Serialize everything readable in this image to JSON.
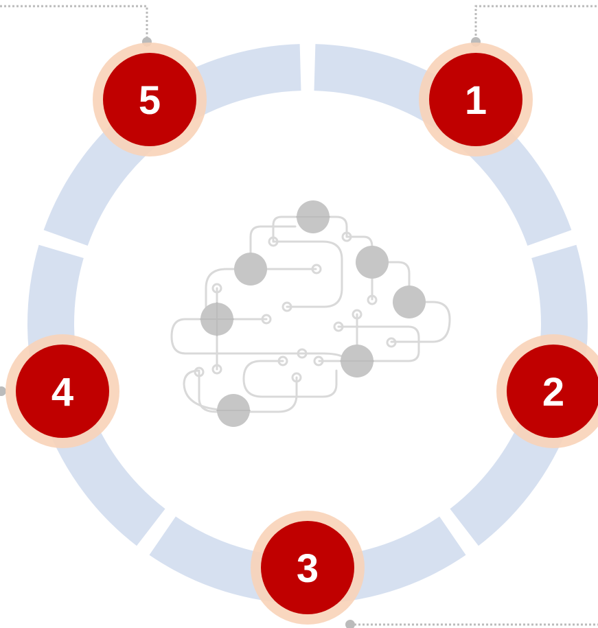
{
  "diagram": {
    "ring_color": "#d6e0f0",
    "node_color": "#c00000",
    "node_halo_color": "#f8d3b8",
    "number_color": "#ffffff",
    "connector_color": "#bbbbbb",
    "brain_line_color": "#d9d9d9",
    "brain_node_color": "#c6c6c6",
    "center_icon": "brain-circuit-icon",
    "steps": [
      {
        "number": "1"
      },
      {
        "number": "2"
      },
      {
        "number": "3"
      },
      {
        "number": "4"
      },
      {
        "number": "5"
      }
    ]
  }
}
